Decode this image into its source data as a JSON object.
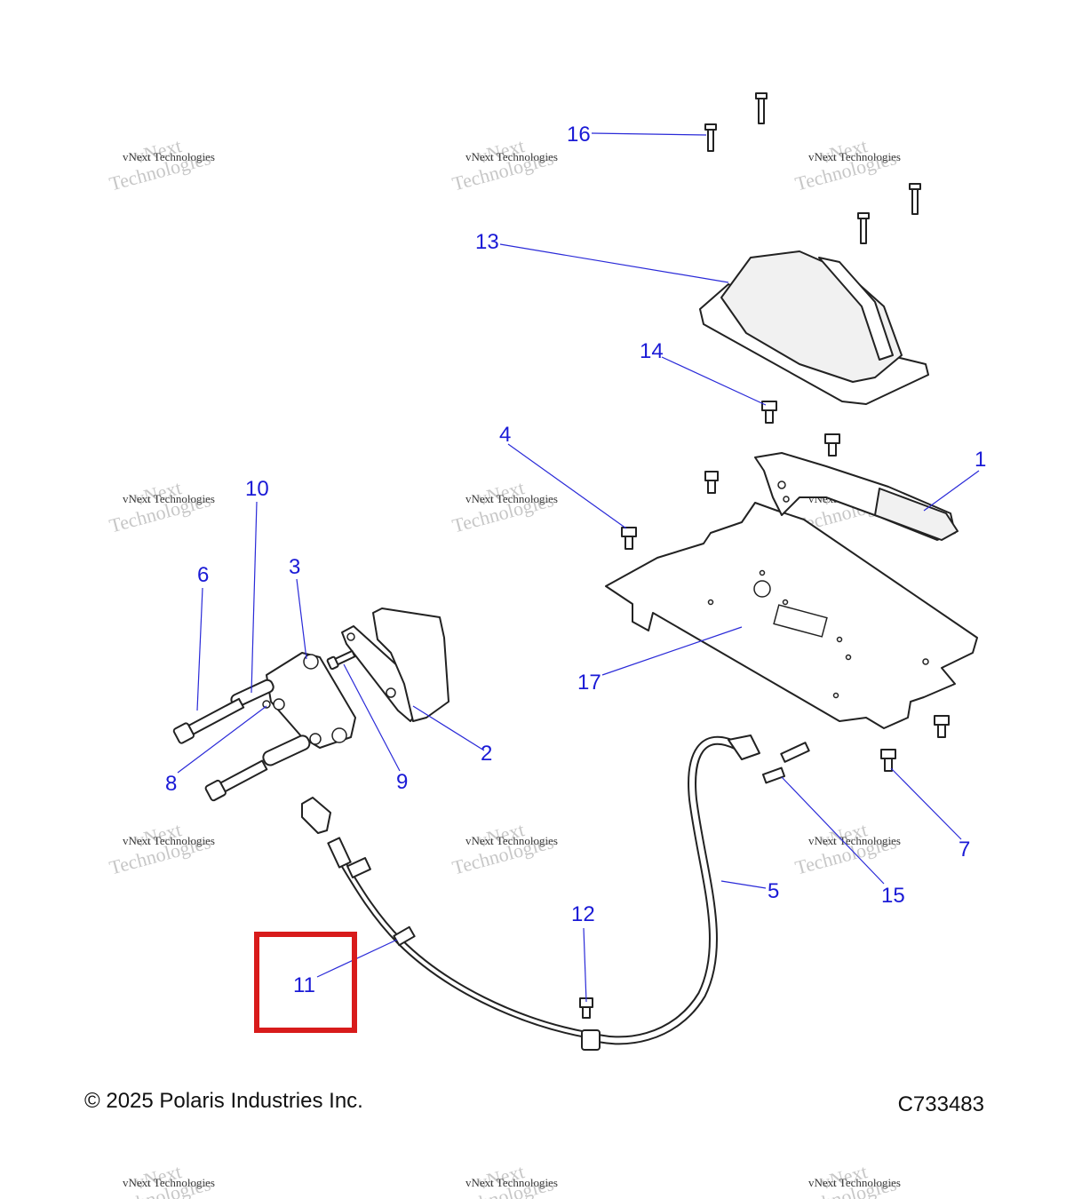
{
  "callouts": [
    {
      "num": "1"
    },
    {
      "num": "2"
    },
    {
      "num": "3"
    },
    {
      "num": "4"
    },
    {
      "num": "5"
    },
    {
      "num": "6"
    },
    {
      "num": "7"
    },
    {
      "num": "8"
    },
    {
      "num": "9"
    },
    {
      "num": "10"
    },
    {
      "num": "11"
    },
    {
      "num": "12"
    },
    {
      "num": "13"
    },
    {
      "num": "14"
    },
    {
      "num": "15"
    },
    {
      "num": "16"
    },
    {
      "num": "17"
    }
  ],
  "highlight": {
    "callout": "11",
    "color": "#d81b1b"
  },
  "watermark": {
    "line1": "vNext",
    "line2": "vNext Technologies",
    "line3": "Technologies"
  },
  "footer": {
    "copyright": "© 2025 Polaris Industries Inc.",
    "drawing_id": "C733483"
  },
  "colors": {
    "callout": "#1a1ad6",
    "highlight": "#d81b1b",
    "line": "#222222"
  }
}
